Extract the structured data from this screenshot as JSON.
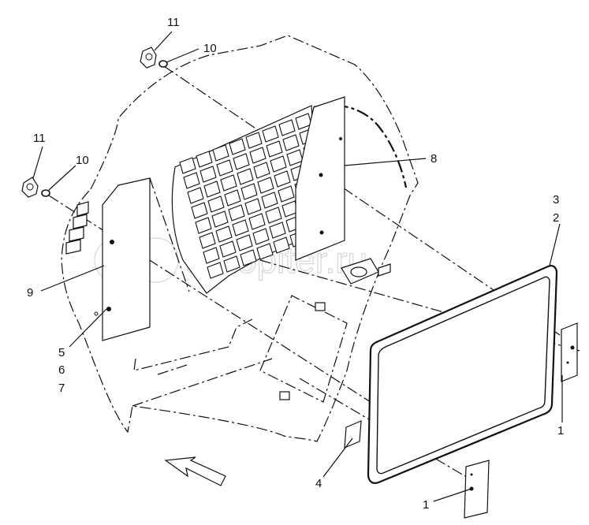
{
  "watermark": "autopiter.ru",
  "callouts": [
    {
      "id": "c11a",
      "text": "11"
    },
    {
      "id": "c10a",
      "text": "10"
    },
    {
      "id": "c11b",
      "text": "11"
    },
    {
      "id": "c10b",
      "text": "10"
    },
    {
      "id": "c8",
      "text": "8"
    },
    {
      "id": "c3",
      "text": "3"
    },
    {
      "id": "c2",
      "text": "2"
    },
    {
      "id": "c9",
      "text": "9"
    },
    {
      "id": "c5",
      "text": "5"
    },
    {
      "id": "c6",
      "text": "6"
    },
    {
      "id": "c7",
      "text": "7"
    },
    {
      "id": "c1a",
      "text": "1"
    },
    {
      "id": "c4",
      "text": "4"
    },
    {
      "id": "c1b",
      "text": "1"
    }
  ]
}
